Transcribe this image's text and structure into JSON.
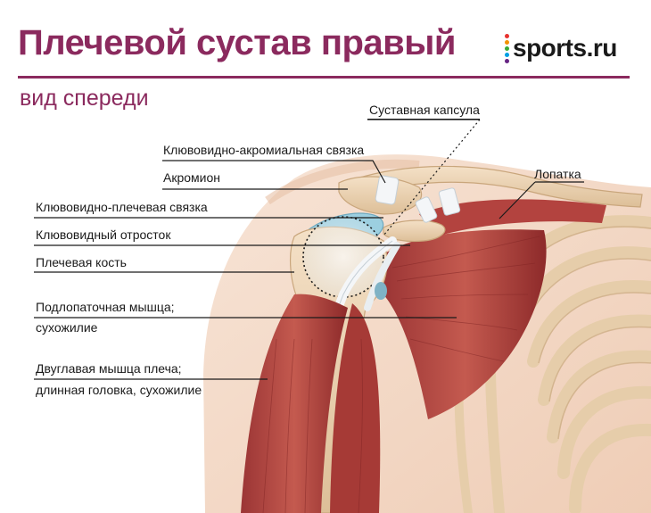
{
  "header": {
    "title": "Плечевой сустав правый",
    "subtitle": "вид спереди"
  },
  "logo": {
    "text": "sports.ru",
    "icon": "sports-ru-dots-icon",
    "dot_colors": [
      "#e7322f",
      "#f39200",
      "#ffd500",
      "#3aaa35",
      "#009fe3",
      "#662483"
    ]
  },
  "labels": {
    "capsule": "Суставная капсула",
    "coracoacromial": "Клювовидно-акромиальная связка",
    "acromion": "Акромион",
    "scapula": "Лопатка",
    "coracohumeral": "Клювовидно-плечевая связка",
    "coracoid": "Клювовидный отросток",
    "humerus": "Плечевая кость",
    "subscapularis_line1": "Подлопаточная мышца;",
    "subscapularis_line2": "сухожилие",
    "biceps_line1": "Двуглавая мышца плеча;",
    "biceps_line2": "длинная головка, сухожилие"
  },
  "colors": {
    "brand": "#8b2a5e",
    "skin": "#f3d9c6",
    "bone": "#ecd2b0",
    "muscle": "#b3433f",
    "muscle_dark": "#8d2a2a",
    "cartilage": "#9ccfe0",
    "ligament": "#f4f6f8"
  }
}
